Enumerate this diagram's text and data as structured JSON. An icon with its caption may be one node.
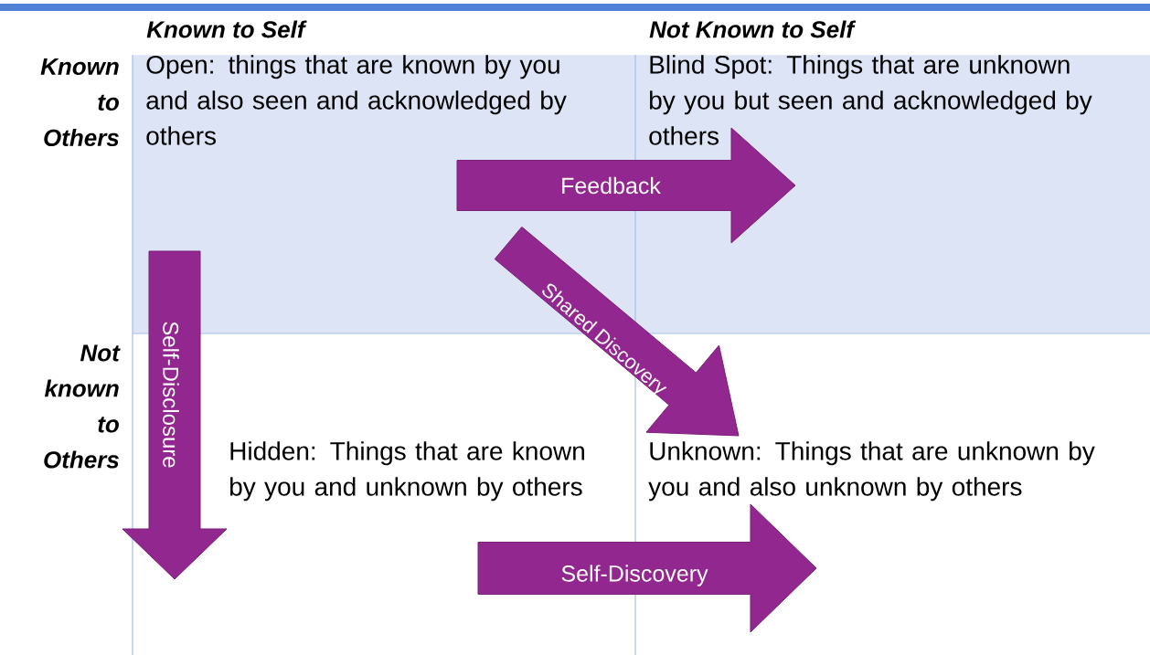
{
  "diagram": {
    "nodes": [
      {
        "text": [
          "Open: things that are known by you and also seen and acknowledged by others"
        ]
      },
      {
        "text": [
          "Blind Spot: Things that are unknown by you but seen and acknowledged by others"
        ]
      },
      {
        "text": [
          "Hidden: Things that are known by you and unknown by others"
        ]
      },
      {
        "text": [
          "Unknown: Things that are unknown by you and also unknown by others"
        ]
      }
    ],
    "edges": [
      {
        "from": 0,
        "to": 1,
        "arrow": "to",
        "label": "Feedback"
      },
      {
        "from": 0,
        "to": 3,
        "arrow": "to",
        "label": "Shared Discovery"
      },
      {
        "from": 0,
        "to": 2,
        "arrow": "to",
        "label": "Self-Disclosure"
      },
      {
        "from": 2,
        "to": 3,
        "arrow": "to",
        "label": "Self-Discovery"
      }
    ],
    "labels": [
      "Known to Self",
      "Not Known to Self",
      "Known to Others",
      "Not known to Others"
    ]
  }
}
